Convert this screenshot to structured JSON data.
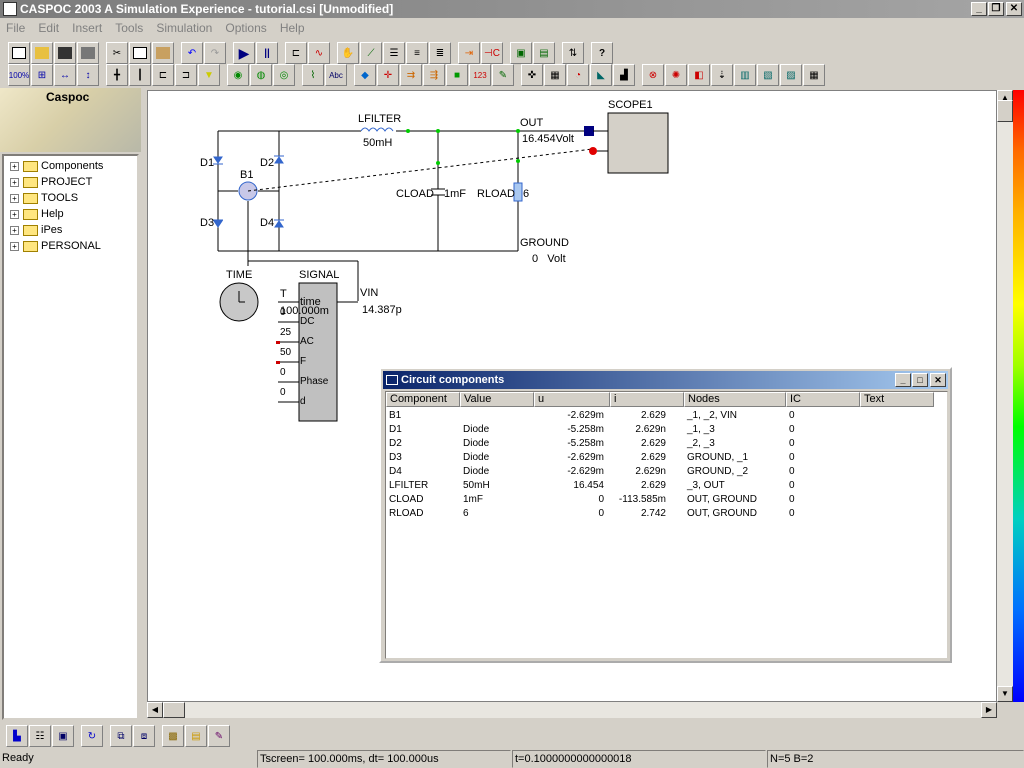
{
  "window": {
    "title": "CASPOC 2003 A Simulation Experience - tutorial.csi [Unmodified]"
  },
  "menu": [
    "File",
    "Edit",
    "Insert",
    "Tools",
    "Simulation",
    "Options",
    "Help"
  ],
  "left": {
    "logo": "Caspoc",
    "tree": [
      "Components",
      "PROJECT",
      "TOOLS",
      "Help",
      "iPes",
      "PERSONAL"
    ]
  },
  "schematic": {
    "lfilter_label": "LFILTER",
    "lfilter_value": "50mH",
    "out_label": "OUT",
    "out_value": "16.454Volt",
    "scope_label": "SCOPE1",
    "d1": "D1",
    "d2": "D2",
    "d3": "D3",
    "d4": "D4",
    "b1": "B1",
    "cload_label": "CLOAD",
    "cload_value": "1mF",
    "rload_label": "RLOAD",
    "rload_value": "6",
    "ground_label": "GROUND",
    "ground_value": "0   Volt",
    "time_label": "TIME",
    "signal_label": "SIGNAL",
    "vin_label": "VIN",
    "vin_value": "14.387p",
    "time_port": "time",
    "t_label": "T",
    "t_value": "100.000m",
    "ports": [
      {
        "name": "DC",
        "value": "0"
      },
      {
        "name": "AC",
        "value": "25"
      },
      {
        "name": "F",
        "value": "50"
      },
      {
        "name": "Phase",
        "value": "0"
      },
      {
        "name": "d",
        "value": "0"
      }
    ]
  },
  "components_window": {
    "title": "Circuit components",
    "columns": [
      "Component",
      "Value",
      "u",
      "i",
      "Nodes",
      "IC",
      "Text"
    ],
    "rows": [
      [
        "B1",
        "",
        "-2.629m",
        "2.629",
        "_1, _2, VIN",
        "0",
        ""
      ],
      [
        "D1",
        "Diode",
        "-5.258m",
        "2.629n",
        "_1, _3",
        "0",
        ""
      ],
      [
        "D2",
        "Diode",
        "-5.258m",
        "2.629",
        "_2, _3",
        "0",
        ""
      ],
      [
        "D3",
        "Diode",
        "-2.629m",
        "2.629",
        "GROUND, _1",
        "0",
        ""
      ],
      [
        "D4",
        "Diode",
        "-2.629m",
        "2.629n",
        "GROUND, _2",
        "0",
        ""
      ],
      [
        "LFILTER",
        "50mH",
        "16.454",
        "2.629",
        "_3, OUT",
        "0",
        ""
      ],
      [
        "CLOAD",
        "1mF",
        "0",
        "-113.585m",
        "OUT, GROUND",
        "0",
        ""
      ],
      [
        "RLOAD",
        "6",
        "0",
        "2.742",
        "OUT, GROUND",
        "0",
        ""
      ]
    ]
  },
  "status": {
    "ready": "Ready",
    "tscreen": "Tscreen= 100.000ms, dt= 100.000us",
    "t": "t=0.1000000000000018",
    "nb": "N=5 B=2"
  }
}
